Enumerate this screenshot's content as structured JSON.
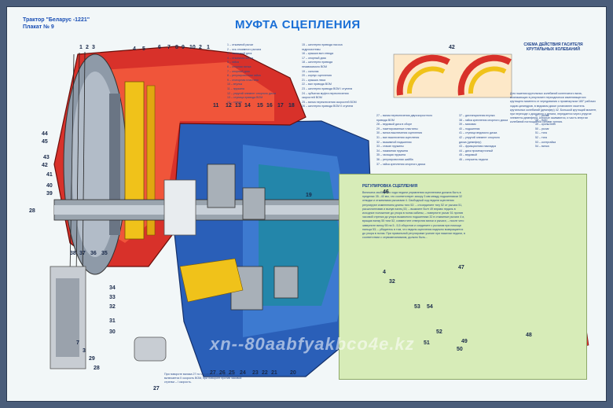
{
  "header": {
    "tractor": "Трактор \"Беларус -1221\"",
    "plate": "Плакат № 9"
  },
  "title": "МУФТА СЦЕПЛЕНИЯ",
  "legend_col1": [
    "1 – отжимной рычаг",
    "2 – ось отжимного рычага",
    "3 – нажимной диск",
    "4 – отжимная вилка",
    "5 – гайка",
    "6 – опорная вилка",
    "7 – опорный диск",
    "8 – регулировочная гайка",
    "9 – стопорная пластина",
    "10 – втулка",
    "11 – пружина",
    "12 – упругий элемент опорного диска",
    "13 – ступица привода ВОМ",
    "14 – стакан"
  ],
  "legend_col2": [
    "15 – шестерня привода насоса",
    "гидросистемы",
    "16 – крышка вал отвода",
    "17 – опорный диск",
    "18 – шестерня привода",
    "независимого ВОМ",
    "19 – сальник",
    "20 – корпус сцепления",
    "21 – крышка люка",
    "22 – вал привода ВОМ",
    "23 – шестерня привода ВОМ I ступени",
    "24 – зубчатая муфта переключения",
    "скоростей ВОМ",
    "25 – вилка переключения скоростей ВОМ",
    "26 – шестерня привода ВОМ II ступени"
  ],
  "legend_col3": [
    "27 – валик переключения двухскоростного",
    "привода ВОМ",
    "28 – ведомый диск в сборе",
    "29 – пакетированные пластины",
    "30 – вилка выключения сцепления",
    "31 – вал выключения сцепления",
    "32 – выжимной подшипник",
    "33 – стакан пружины",
    "34 – нажимная пружина",
    "35 – гасящая пружина",
    "36 – регулировочная шайба",
    "37 – гайка крепления опорного диска"
  ],
  "legend_col4": [
    "37 – дистанционная втулка",
    "38 – гайка крепления опорного диска",
    "39 – маховик",
    "40 – подшипник",
    "41 – ступица ведомого диска",
    "42 – упругий элемент опорного",
    "диска (демпфер)",
    "43 – фрикционная накладка",
    "44 – диск промежуточный",
    "45 – ведомый",
    "46 – стержень педали"
  ],
  "legend_col5": [
    "47 – рычаг",
    "48 – болт",
    "49 – кронштейн",
    "50 – рычаг",
    "51 – тяга",
    "52 – тяга",
    "53 – контргайка",
    "54 – вилка"
  ],
  "schema": {
    "title": "СХЕМА ДЕЙСТВИЯ ГАСИТЕЛЯ КРУТИЛЬНЫХ КОЛЕБАНИЙ",
    "text": "Для гашения крутильных колебаний коленчатого вала, возникающих в результате периодически изменяющегося крутящего момента от чередования с промежутком 180° рабочих ходов цилиндров, в ведомом диске установлен гаситель крутильных колебаний (демпфер) 42. Большой крутящий момент, при переходе с дискового к детали, передается через упругие элементы демпфера, которые сжимаются, и часть энергии колебаний поглощается силами трения.",
    "label": "42"
  },
  "panel": {
    "title": "РЕГУЛИРОВКА СЦЕПЛЕНИЯ",
    "text": "Величина свободного хода педали управления сцеплением должна быть в пределах 35...40 мм, что соответствует зазору 3 мм между подшипником 32 отводки и отжимными рычагами 4. Свободный ход педали сцепления регулируют изменением длины тяги 52: – отсоедините тягу 52 от рычага 51, расшплинтовав и вынув палец 53; – выжмите болт 49 вправо педаль в исходное положение до упора в полик кабины; – поверните рычаг 51 против часовой стрелки до упора выжимного подшипника 32 в отжимные рычаги 4 и, вращая вилку 55 тяги 52, совместите отверстия вилки и рычага; – после чего заверните вилку 55 на 5...5,5 оборотов и соедините с рычагом при помощи пальца 53; – убедитесь в том, что педаль сцепления надежно возвращается до упора в полик. При правильной регулировке усилие при нажатии педали, в соответствии с сервомеханизмом, должно быть..."
  },
  "caption": "При повороте валика 27 по часовой стрелке до упора включается II скорость ВОМ, при повороте против часовой стрелки – I скорость.",
  "numbers_top": [
    "1",
    "2",
    "3",
    "4",
    "5",
    "6",
    "7",
    "8",
    "9",
    "10",
    "2",
    "1"
  ],
  "numbers_mid": [
    "11",
    "12",
    "13",
    "14",
    "15",
    "16",
    "17",
    "18"
  ],
  "numbers_left": [
    "44",
    "45",
    "43",
    "42",
    "41",
    "40",
    "39",
    "28"
  ],
  "numbers_bottom": [
    "38",
    "37",
    "36",
    "35",
    "34",
    "33",
    "32",
    "31",
    "30",
    "27",
    "26",
    "25",
    "24",
    "23",
    "22",
    "21",
    "20"
  ],
  "numbers_inset": [
    "7",
    "3",
    "29",
    "28",
    "27"
  ],
  "numbers_panel": [
    "46",
    "47",
    "4",
    "32",
    "53",
    "54",
    "52",
    "51",
    "50",
    "49",
    "48",
    "19"
  ],
  "watermark": "xn--80aabfyakbco4e.kz"
}
